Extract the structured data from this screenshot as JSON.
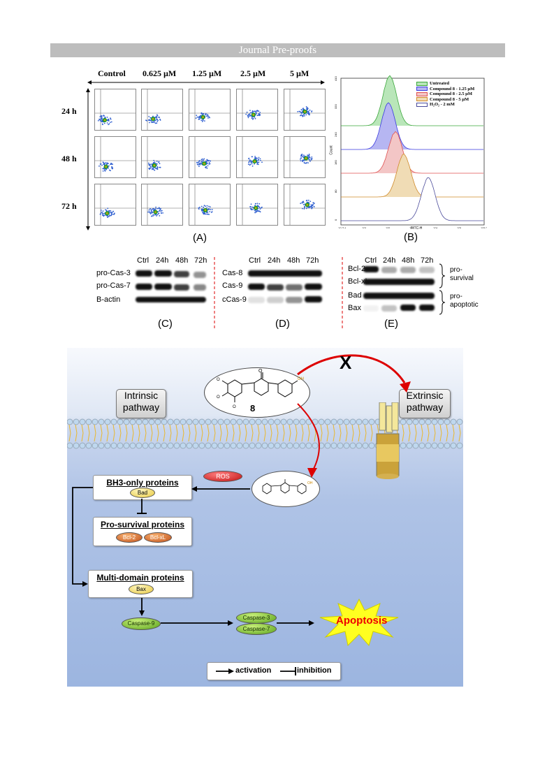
{
  "header": {
    "title": "Journal Pre-proofs"
  },
  "panelA": {
    "concentrations": [
      "Control",
      "0.625 µM",
      "1.25 µM",
      "2.5 µM",
      "5 µM"
    ],
    "times": [
      "24 h",
      "48 h",
      "72 h"
    ],
    "label": "(A)"
  },
  "panelB": {
    "legend": [
      "Untreated",
      "Compound 8 - 1.25 µM",
      "Compound 8 - 2.5 µM",
      "Compound 8 - 5 µM",
      "H₂O₂ - 2 mM"
    ],
    "legend_colors": [
      "#3aa63a",
      "#3a3ae0",
      "#e05050",
      "#d08a2a",
      "#4a4a9a"
    ],
    "fill_colors": [
      "#b9e6b9",
      "#b6b6f2",
      "#f3c6c6",
      "#f0dcb5",
      "#ffffff"
    ],
    "ylabel": "Count",
    "xlabel": "FITC-H",
    "yticks": [
      "410",
      "320",
      "240",
      "160",
      "80",
      "0"
    ],
    "xticks": [
      "10⁻⁰·⁴",
      "10¹",
      "10²",
      "10³",
      "10⁴",
      "10⁵",
      "10⁶·⁷"
    ],
    "label": "(B)"
  },
  "chart_data": {
    "type": "area",
    "title": "",
    "xlabel": "FITC-H",
    "ylabel": "Count",
    "x_scale": "log",
    "series": [
      {
        "name": "Untreated",
        "peak_x": 2000,
        "peak_count": 400
      },
      {
        "name": "Compound 8 - 1.25 µM",
        "peak_x": 2000,
        "peak_count": 330
      },
      {
        "name": "Compound 8 - 2.5 µM",
        "peak_x": 3000,
        "peak_count": 245
      },
      {
        "name": "Compound 8 - 5 µM",
        "peak_x": 4000,
        "peak_count": 165
      },
      {
        "name": "H₂O₂ - 2 mM",
        "peak_x": 12000,
        "peak_count": 100
      }
    ]
  },
  "panelC": {
    "cols": [
      "Ctrl",
      "24h",
      "48h",
      "72h"
    ],
    "rows": [
      "pro-Cas-3",
      "pro-Cas-7",
      "B-actin"
    ],
    "label": "(C)"
  },
  "panelD": {
    "cols": [
      "Ctrl",
      "24h",
      "48h",
      "72h"
    ],
    "rows": [
      "Cas-8",
      "Cas-9",
      "cCas-9"
    ],
    "label": "(D)"
  },
  "panelE": {
    "cols": [
      "Ctrl",
      "24h",
      "48h",
      "72h"
    ],
    "rows": [
      "Bcl-2",
      "Bcl-xL",
      "Bad",
      "Bax"
    ],
    "group1": "pro-\nsurvival",
    "group2": "pro-\napoptotic",
    "label": "(E)"
  },
  "diagram": {
    "intrinsic": "Intrinsic pathway",
    "extrinsic": "Extrinsic pathway",
    "compound_label": "8",
    "cross": "X",
    "ros": "ROS",
    "bh3": "BH3-only proteins",
    "bad": "Bad",
    "prosurvival": "Pro-survival proteins",
    "bcl2": "Bcl-2",
    "bclxl": "Bcl-xL",
    "multidomain": "Multi-domain proteins",
    "bax": "Bax",
    "casp9": "Caspase-9",
    "casp3": "Caspase-3",
    "casp7": "Caspase-7",
    "apoptosis": "Apoptosis",
    "legend_activation": "activation",
    "legend_inhibition": "inhibition"
  }
}
